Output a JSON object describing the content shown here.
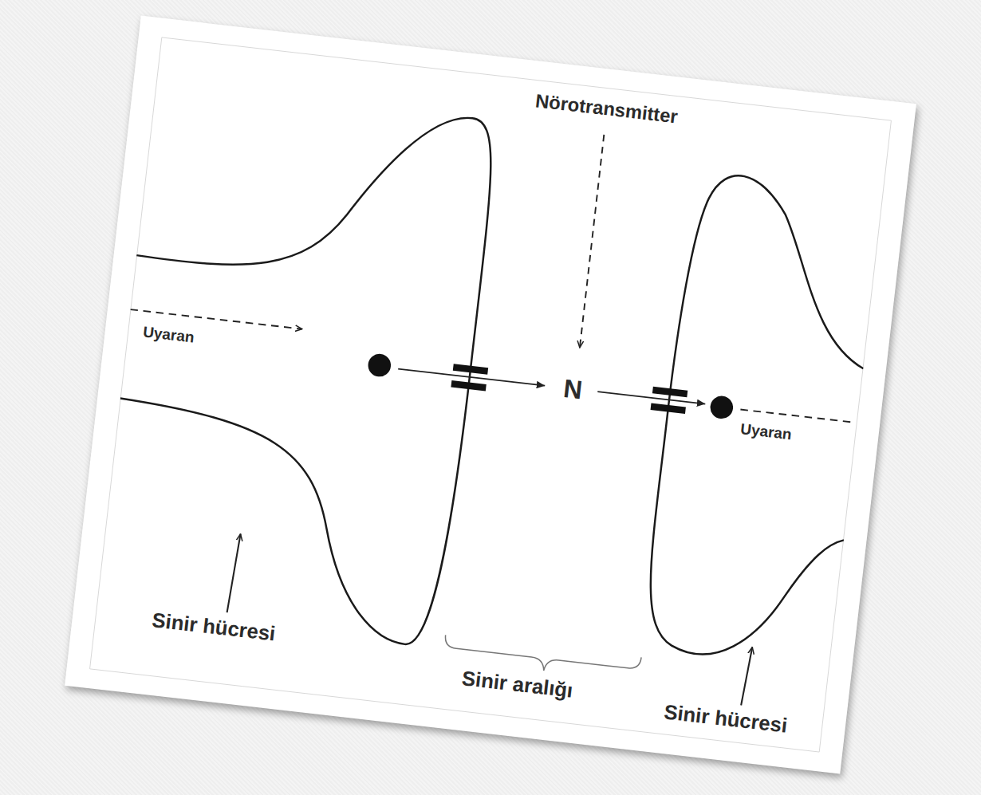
{
  "diagram": {
    "labels": [
      "Nörotransmitter",
      "Uyaran",
      "N",
      "Uyaran",
      "Sinir hücresi",
      "Sinir aralığı",
      "Sinir hücresi"
    ]
  }
}
